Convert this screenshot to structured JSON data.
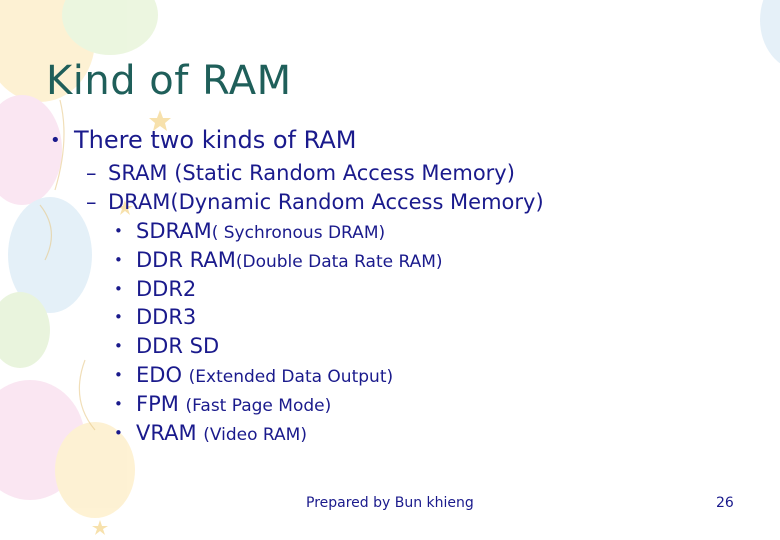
{
  "slide": {
    "title": "Kind of RAM",
    "bullet_main": "There two kinds of RAM",
    "sub_items": [
      "SRAM (Static Random Access Memory)",
      "DRAM(Dynamic Random Access Memory)"
    ],
    "dram_types": [
      {
        "name": "SDRAM",
        "note": "( Sychronous DRAM)"
      },
      {
        "name": "DDR RAM",
        "note": "(Double Data Rate RAM)"
      },
      {
        "name": "DDR2",
        "note": ""
      },
      {
        "name": "DDR3",
        "note": ""
      },
      {
        "name": "DDR SD",
        "note": ""
      },
      {
        "name": "EDO ",
        "note": "(Extended Data Output)"
      },
      {
        "name": "FPM ",
        "note": "(Fast Page Mode)"
      },
      {
        "name": "VRAM ",
        "note": "(Video RAM)"
      }
    ],
    "footer": "Prepared by Bun khieng",
    "page_number": "26"
  },
  "symbols": {
    "bullet": "•",
    "dash": "–"
  },
  "colors": {
    "title": "#1f5f5a",
    "text": "#1a1a8c",
    "balloon_palette": [
      "#fde7b0",
      "#d8ecc2",
      "#f6d3e8",
      "#cfe4f3"
    ]
  }
}
